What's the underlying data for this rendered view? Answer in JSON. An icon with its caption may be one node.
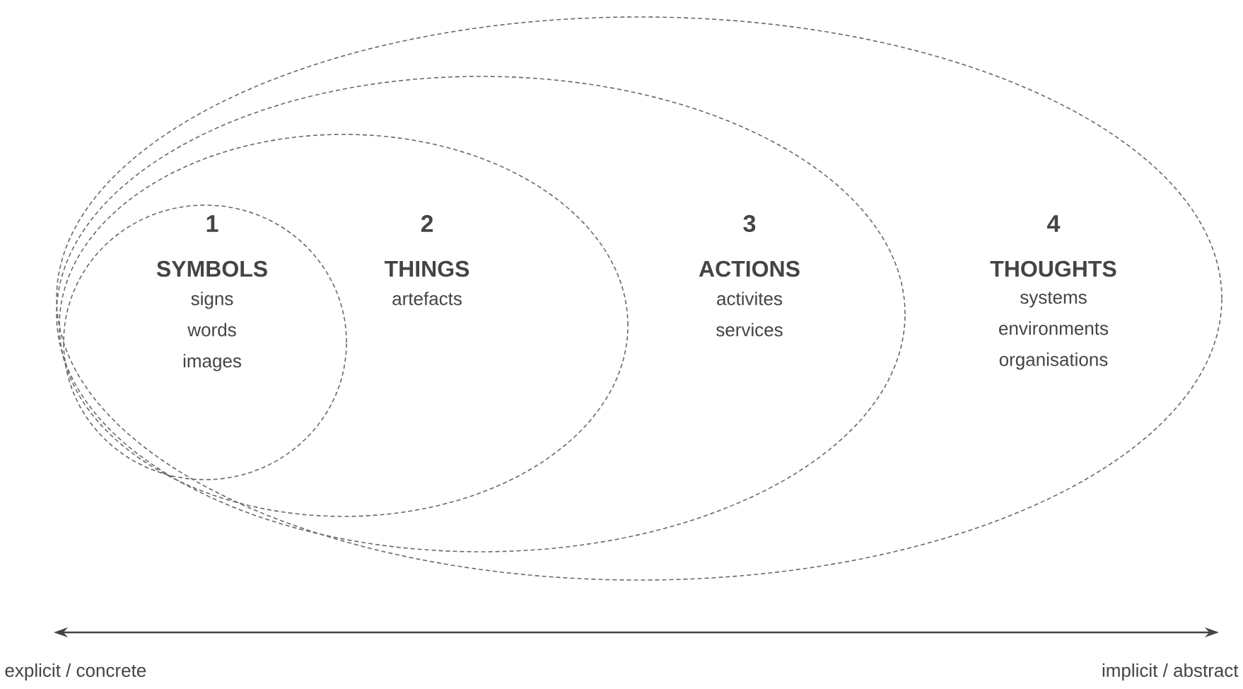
{
  "diagram": {
    "nodes": [
      {
        "text": [
          "4",
          "THOUGHTS",
          "systems environments organisations"
        ]
      },
      {
        "text": [
          "3",
          "ACTIONS",
          "activites services"
        ],
        "in": 0
      },
      {
        "text": [
          "2",
          "THINGS",
          "artefacts"
        ],
        "in": 1
      },
      {
        "text": [
          "1",
          "SYMBOLS",
          "signs words images"
        ],
        "in": 2
      }
    ],
    "labels": [
      "explicit / concrete",
      "implicit / abstract"
    ]
  }
}
